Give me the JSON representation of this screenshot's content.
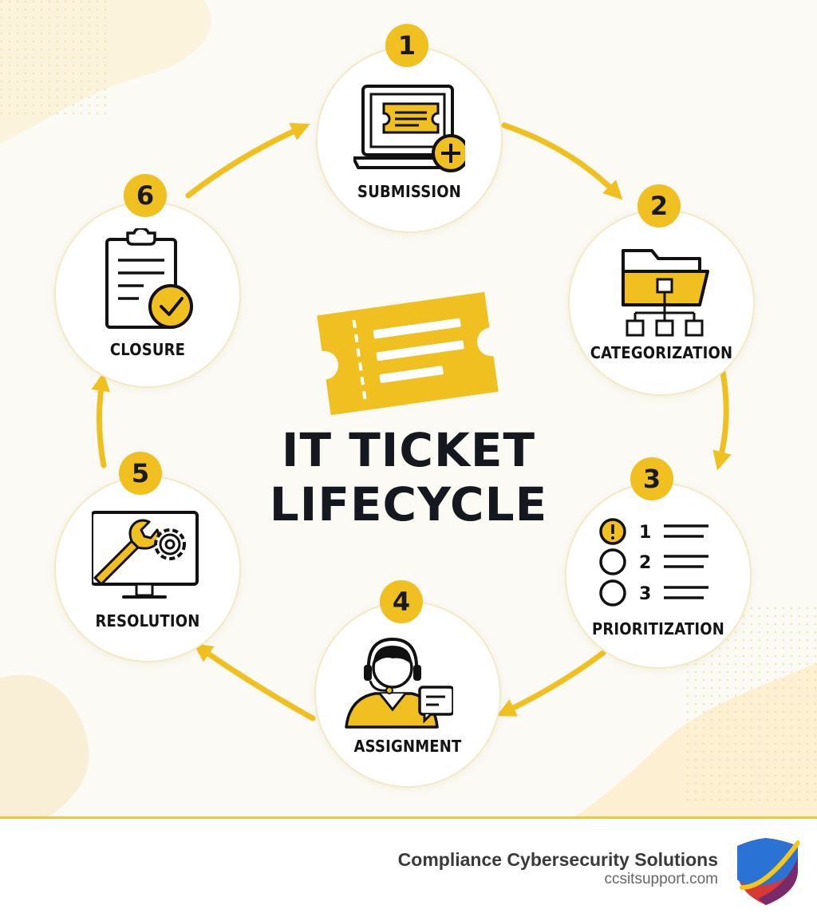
{
  "title": {
    "line1": "IT TICKET",
    "line2": "LIFECYCLE"
  },
  "steps": [
    {
      "number": "1",
      "label": "SUBMISSION",
      "icon": "laptop-ticket-plus-icon"
    },
    {
      "number": "2",
      "label": "CATEGORIZATION",
      "icon": "folder-hierarchy-icon"
    },
    {
      "number": "3",
      "label": "PRIORITIZATION",
      "icon": "priority-list-icon",
      "list": [
        "1",
        "2",
        "3"
      ]
    },
    {
      "number": "4",
      "label": "ASSIGNMENT",
      "icon": "support-agent-icon"
    },
    {
      "number": "5",
      "label": "RESOLUTION",
      "icon": "monitor-wrench-gear-icon"
    },
    {
      "number": "6",
      "label": "CLOSURE",
      "icon": "clipboard-check-icon"
    }
  ],
  "footer": {
    "company": "Compliance Cybersecurity Solutions",
    "website": "ccsitsupport.com",
    "logo": "shield-logo"
  },
  "colors": {
    "accent": "#f0c020",
    "text": "#16181f",
    "background": "#fbfaf5"
  }
}
